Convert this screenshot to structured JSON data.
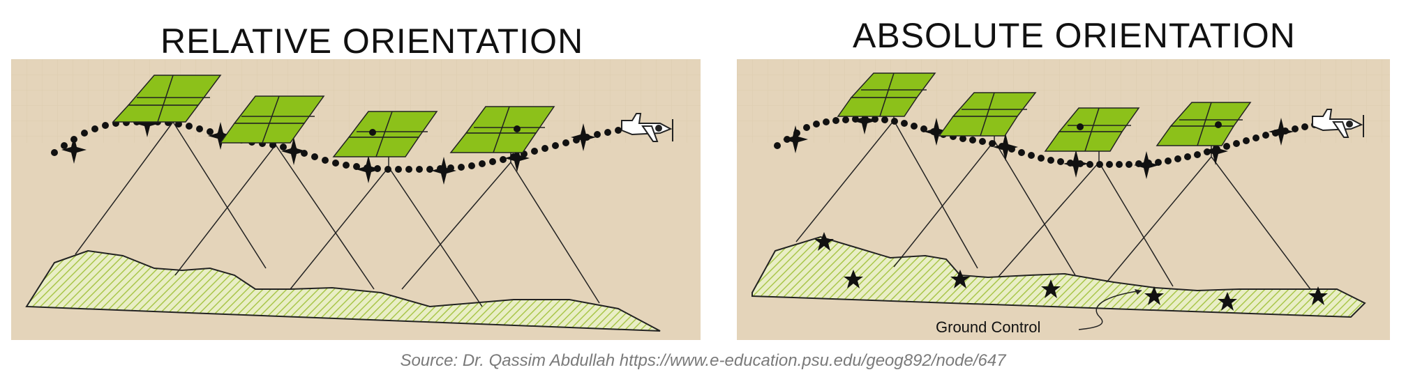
{
  "titles": {
    "left": "RELATIVE ORIENTATION",
    "right": "ABSOLUTE ORIENTATION"
  },
  "annotations": {
    "ground_control": "Ground Control"
  },
  "source": "Source: Dr. Qassim Abdullah https://www.e-education.psu.edu/geog892/node/647",
  "colors": {
    "background": "#e4d4ba",
    "photo_frame": "#8cc11a",
    "terrain_fill": "#e9eec6",
    "terrain_hatch": "#a9c64a",
    "line": "#222222"
  },
  "icons": [
    "airplane-icon",
    "star-icon",
    "photo-frame-icon"
  ]
}
